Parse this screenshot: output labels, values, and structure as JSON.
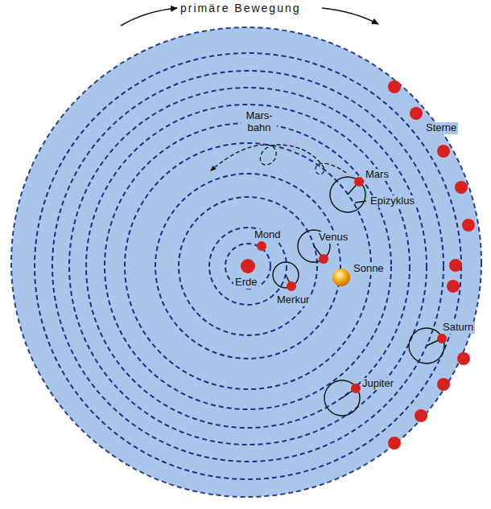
{
  "diagram": {
    "labels": [
      "primäre Bewegung",
      "Mars- bahn",
      "Sterne",
      "Mars",
      "Epizyklus",
      "Mond",
      "Venus",
      "Sonne",
      "Erde",
      "Merkur",
      "Saturn",
      "Jupiter"
    ]
  }
}
